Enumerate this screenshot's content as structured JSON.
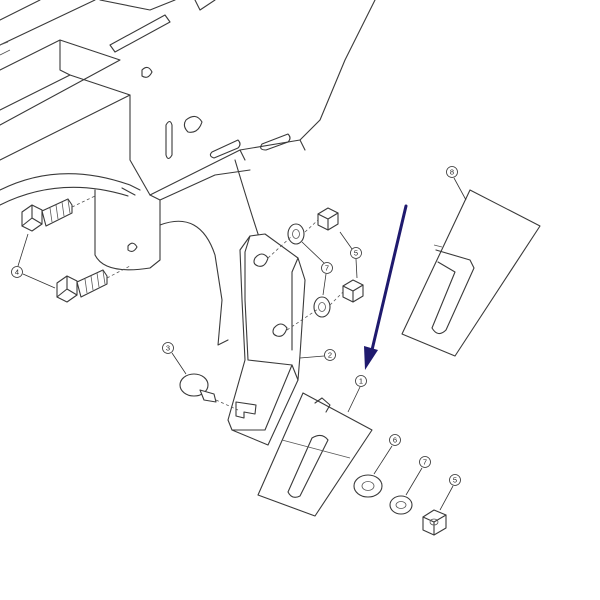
{
  "callouts": {
    "c1": "1",
    "c2": "2",
    "c3": "3",
    "c4": "4",
    "c5_upper": "5",
    "c5_lower": "5",
    "c6": "6",
    "c7_upper": "7",
    "c7_lower": "7",
    "c8": "8"
  },
  "colors": {
    "arrow": "#1f1a6e",
    "line": "#3a3a3a"
  }
}
